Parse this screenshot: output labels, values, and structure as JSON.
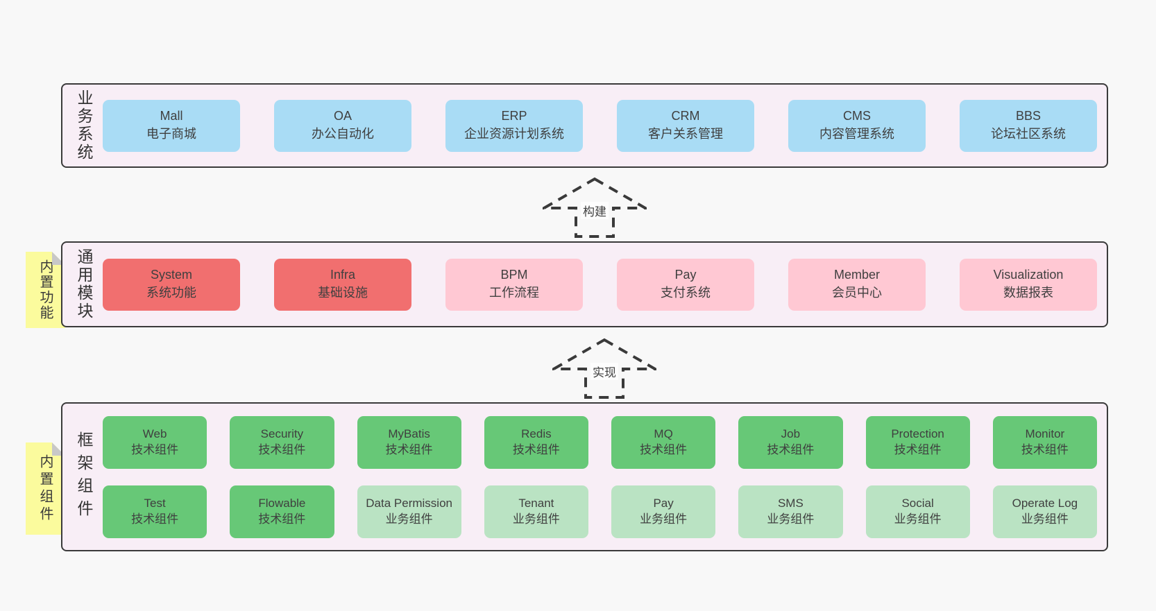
{
  "colors": {
    "page_bg": "#f8f8f8",
    "band_bg": "#f8eef6",
    "band_border": "#3a3a3a",
    "blue": "#a9dcf5",
    "red": "#f16f6f",
    "pink": "#ffc8d3",
    "green": "#67c877",
    "light_green": "#bae3c3",
    "note_yellow": "#fbfb9d",
    "note_fold": "#c8c8c8",
    "text": "#3b3b3b"
  },
  "layers": {
    "business": {
      "side_label": "业务系统",
      "boxes": [
        {
          "name": "Mall",
          "desc": "电子商城"
        },
        {
          "name": "OA",
          "desc": "办公自动化"
        },
        {
          "name": "ERP",
          "desc": "企业资源计划系统"
        },
        {
          "name": "CRM",
          "desc": "客户关系管理"
        },
        {
          "name": "CMS",
          "desc": "内容管理系统"
        },
        {
          "name": "BBS",
          "desc": "论坛社区系统"
        }
      ]
    },
    "modules": {
      "side_label": "通用模块",
      "note_label": "内置功能",
      "boxes": [
        {
          "name": "System",
          "desc": "系统功能"
        },
        {
          "name": "Infra",
          "desc": "基础设施"
        },
        {
          "name": "BPM",
          "desc": "工作流程"
        },
        {
          "name": "Pay",
          "desc": "支付系统"
        },
        {
          "name": "Member",
          "desc": "会员中心"
        },
        {
          "name": "Visualization",
          "desc": "数据报表"
        }
      ]
    },
    "components": {
      "side_label": "框架组件",
      "note_label": "内置组件",
      "row1": [
        {
          "name": "Web",
          "desc": "技术组件"
        },
        {
          "name": "Security",
          "desc": "技术组件"
        },
        {
          "name": "MyBatis",
          "desc": "技术组件"
        },
        {
          "name": "Redis",
          "desc": "技术组件"
        },
        {
          "name": "MQ",
          "desc": "技术组件"
        },
        {
          "name": "Job",
          "desc": "技术组件"
        },
        {
          "name": "Protection",
          "desc": "技术组件"
        },
        {
          "name": "Monitor",
          "desc": "技术组件"
        }
      ],
      "row2": [
        {
          "name": "Test",
          "desc": "技术组件"
        },
        {
          "name": "Flowable",
          "desc": "技术组件"
        },
        {
          "name": "Data Permission",
          "desc": "业务组件"
        },
        {
          "name": "Tenant",
          "desc": "业务组件"
        },
        {
          "name": "Pay",
          "desc": "业务组件"
        },
        {
          "name": "SMS",
          "desc": "业务组件"
        },
        {
          "name": "Social",
          "desc": "业务组件"
        },
        {
          "name": "Operate Log",
          "desc": "业务组件"
        }
      ]
    }
  },
  "arrows": {
    "build": "构建",
    "implement": "实现"
  }
}
